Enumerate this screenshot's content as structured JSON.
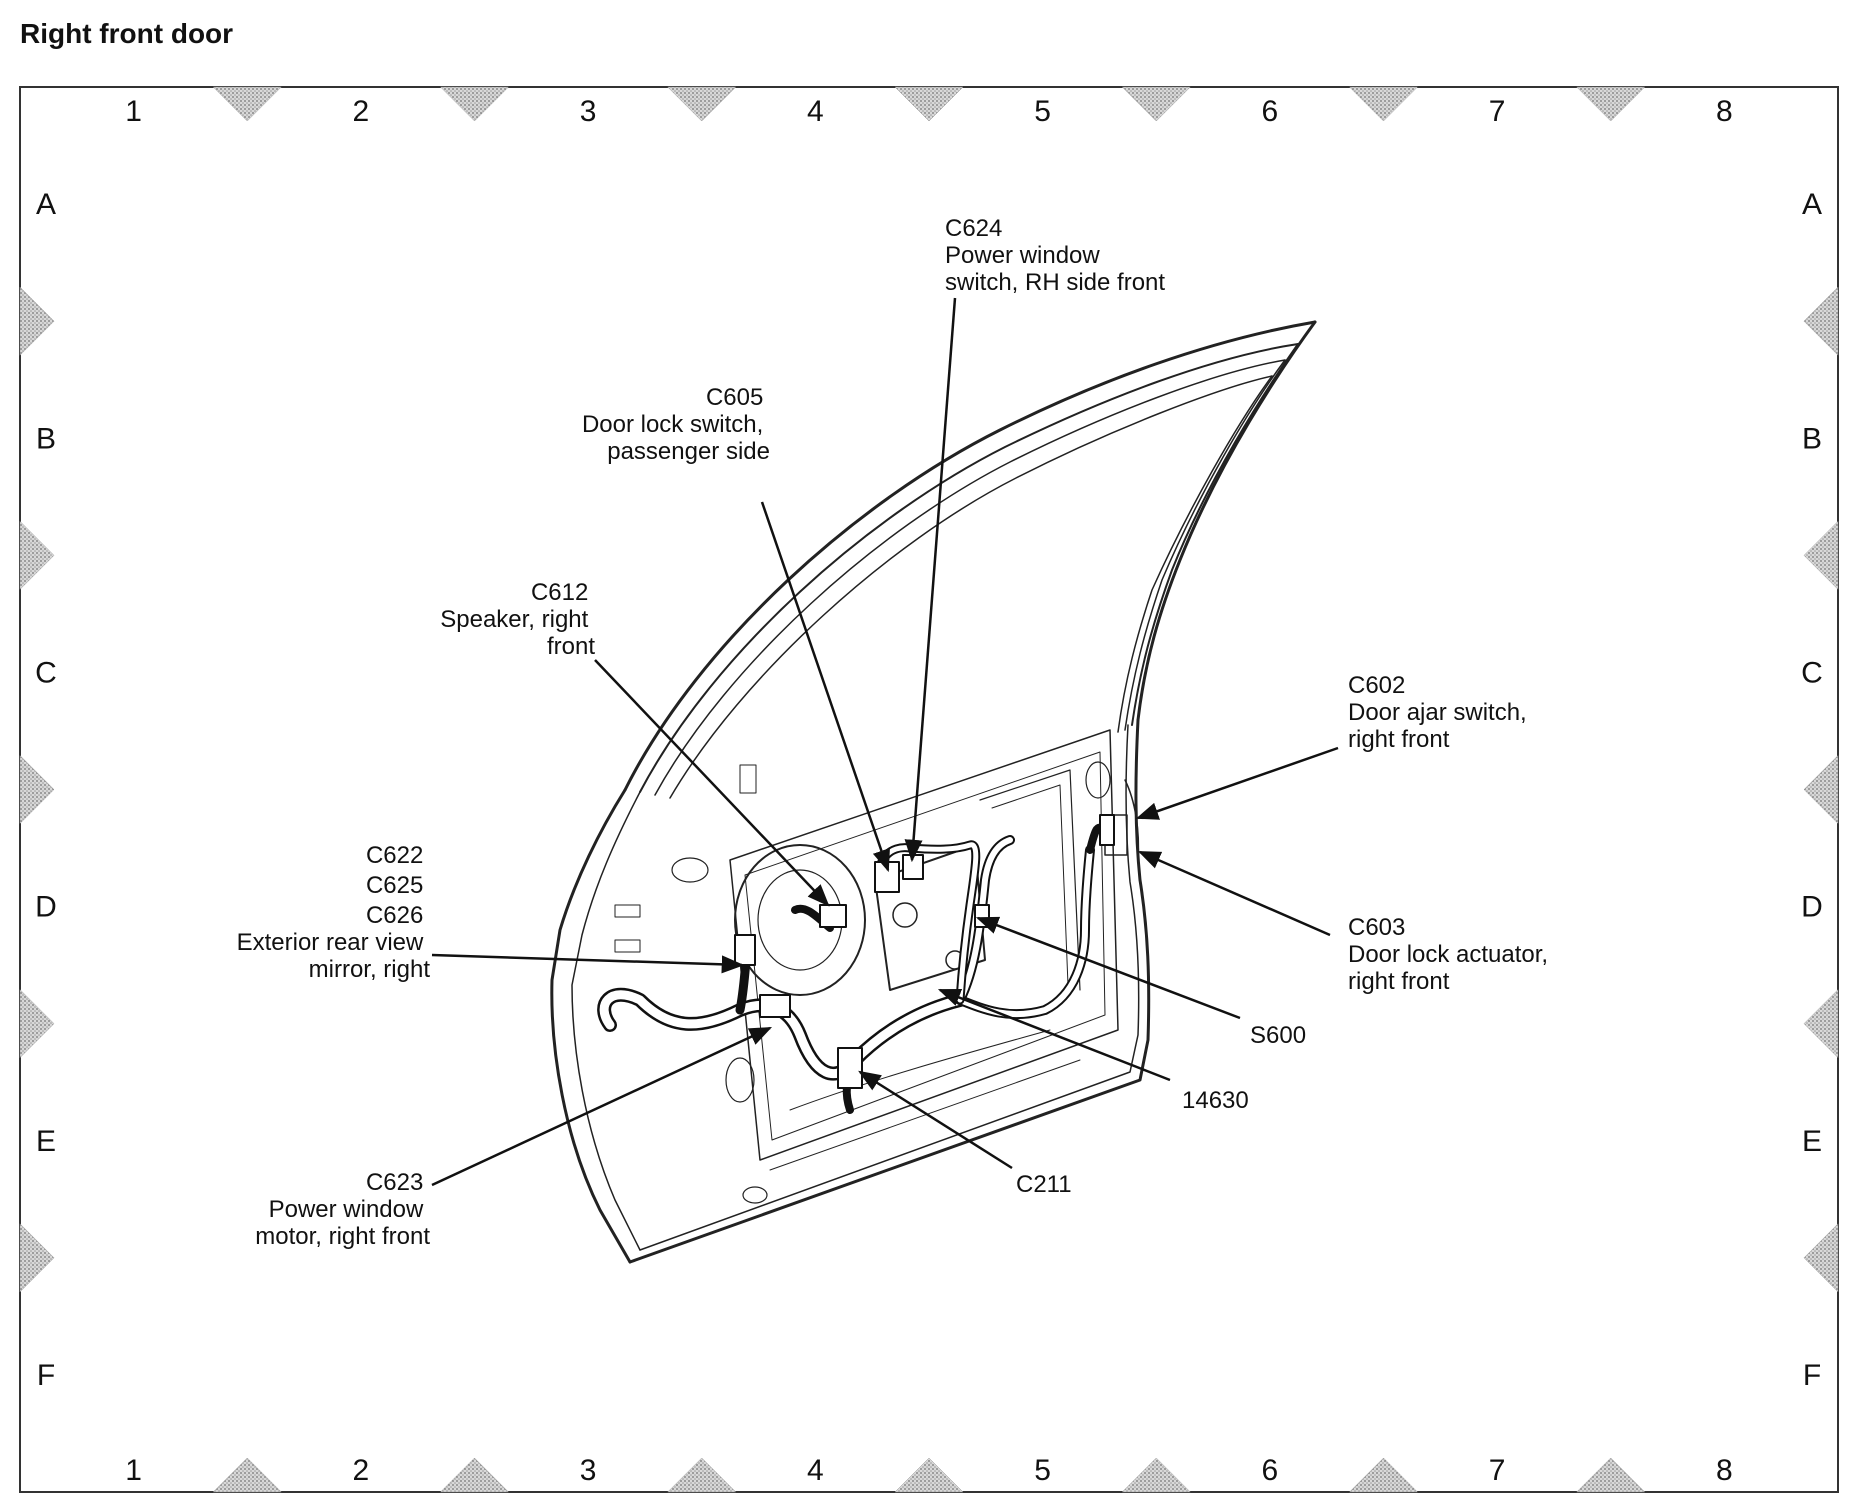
{
  "title": "Right front door",
  "grid": {
    "columns": [
      "1",
      "2",
      "3",
      "4",
      "5",
      "6",
      "7",
      "8"
    ],
    "rows": [
      "A",
      "B",
      "C",
      "D",
      "E",
      "F"
    ]
  },
  "callouts": {
    "c624": [
      "C624",
      "Power window",
      "switch, RH side front"
    ],
    "c605": [
      "C605",
      "Door lock switch,",
      "passenger side"
    ],
    "c612": [
      "C612",
      "Speaker, right",
      "front"
    ],
    "c602": [
      "C602",
      "Door ajar switch,",
      "right front"
    ],
    "c622": [
      "C622",
      "C625",
      "C626",
      "Exterior rear view",
      "mirror, right"
    ],
    "c603": [
      "C603",
      "Door lock actuator,",
      "right front"
    ],
    "s600": [
      "S600"
    ],
    "n14630": [
      "14630"
    ],
    "c211": [
      "C211"
    ],
    "c623": [
      "C623",
      "Power window",
      "motor, right front"
    ]
  },
  "colors": {
    "ink": "#111111",
    "marker": "#b8b8b8",
    "frame": "#333333"
  }
}
